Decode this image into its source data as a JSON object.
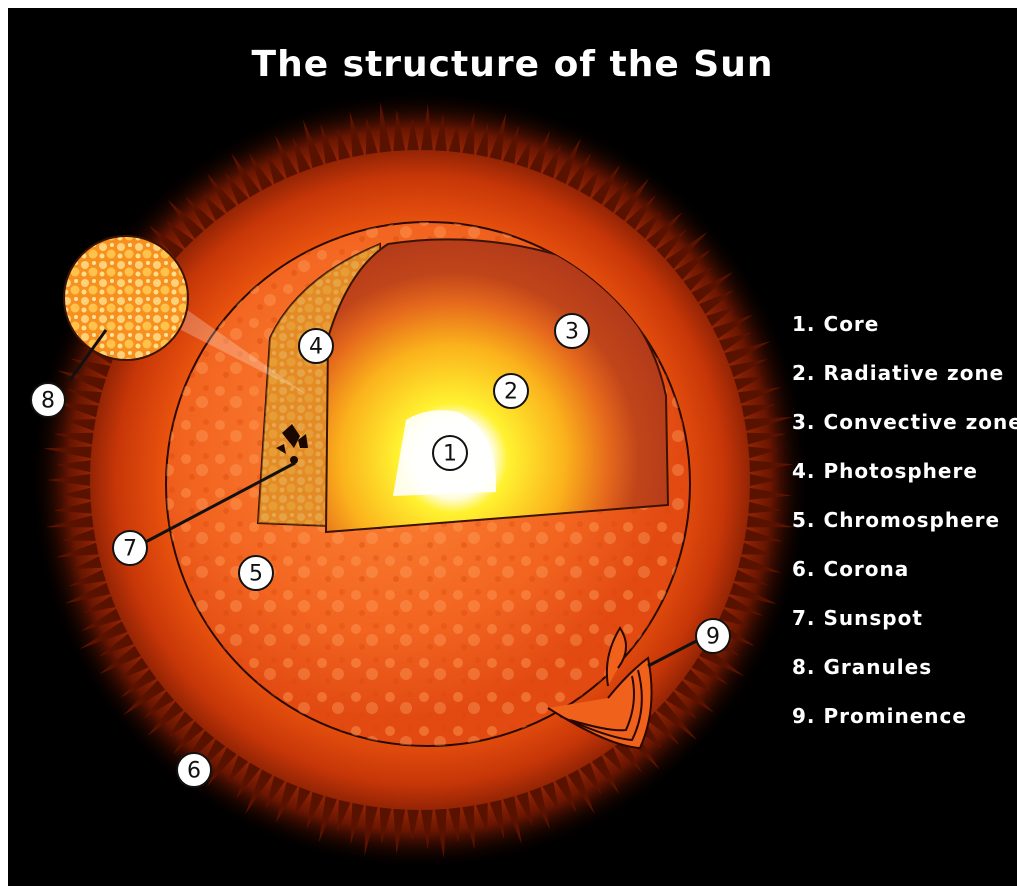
{
  "title": "The structure of the Sun",
  "colors": {
    "background": "#000000",
    "corona": "#e8400a",
    "surface": "#f0621c",
    "convective_zone": "#b83a18",
    "radiative_zone": "#f9a21a",
    "core": "#ffffff",
    "photosphere": "#d9892a"
  },
  "markers": [
    "1",
    "2",
    "3",
    "4",
    "5",
    "6",
    "7",
    "8",
    "9"
  ],
  "legend": [
    {
      "num": "1.",
      "label": "Core"
    },
    {
      "num": "2.",
      "label": "Radiative zone"
    },
    {
      "num": "3.",
      "label": "Convective zone"
    },
    {
      "num": "4.",
      "label": "Photosphere"
    },
    {
      "num": "5.",
      "label": "Chromosphere"
    },
    {
      "num": "6.",
      "label": "Corona"
    },
    {
      "num": "7.",
      "label": "Sunspot"
    },
    {
      "num": "8.",
      "label": "Granules"
    },
    {
      "num": "9.",
      "label": "Prominence"
    }
  ]
}
